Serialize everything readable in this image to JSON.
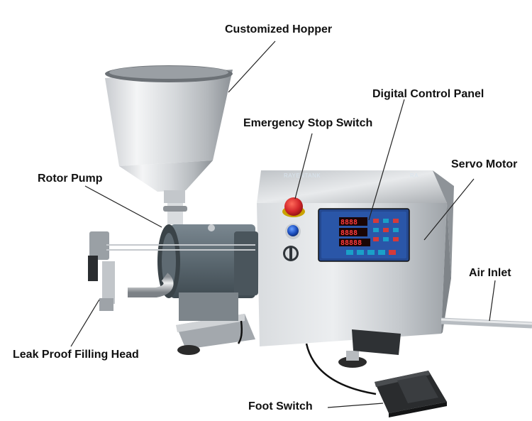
{
  "labels": {
    "customized_hopper": "Customized Hopper",
    "digital_control_panel": "Digital Control Panel",
    "emergency_stop_switch": "Emergency Stop Switch",
    "servo_motor": "Servo Motor",
    "rotor_pump": "Rotor Pump",
    "air_inlet": "Air Inlet",
    "leak_proof_filling_head": "Leak Proof Filling Head",
    "foot_switch": "Foot Switch"
  },
  "machine": {
    "brand_text": "RAYENTANK",
    "brand_text_partial": "RA",
    "display_readouts": [
      "8888",
      "8888",
      "88888"
    ]
  },
  "colors": {
    "steel_light": "#e4e6e8",
    "steel_dark": "#9ea3a8",
    "pump_gray": "#5f6b73",
    "panel_blue": "#1e3f8a",
    "emergency_red": "#d2262a",
    "button_blue": "#1c4fc0"
  }
}
